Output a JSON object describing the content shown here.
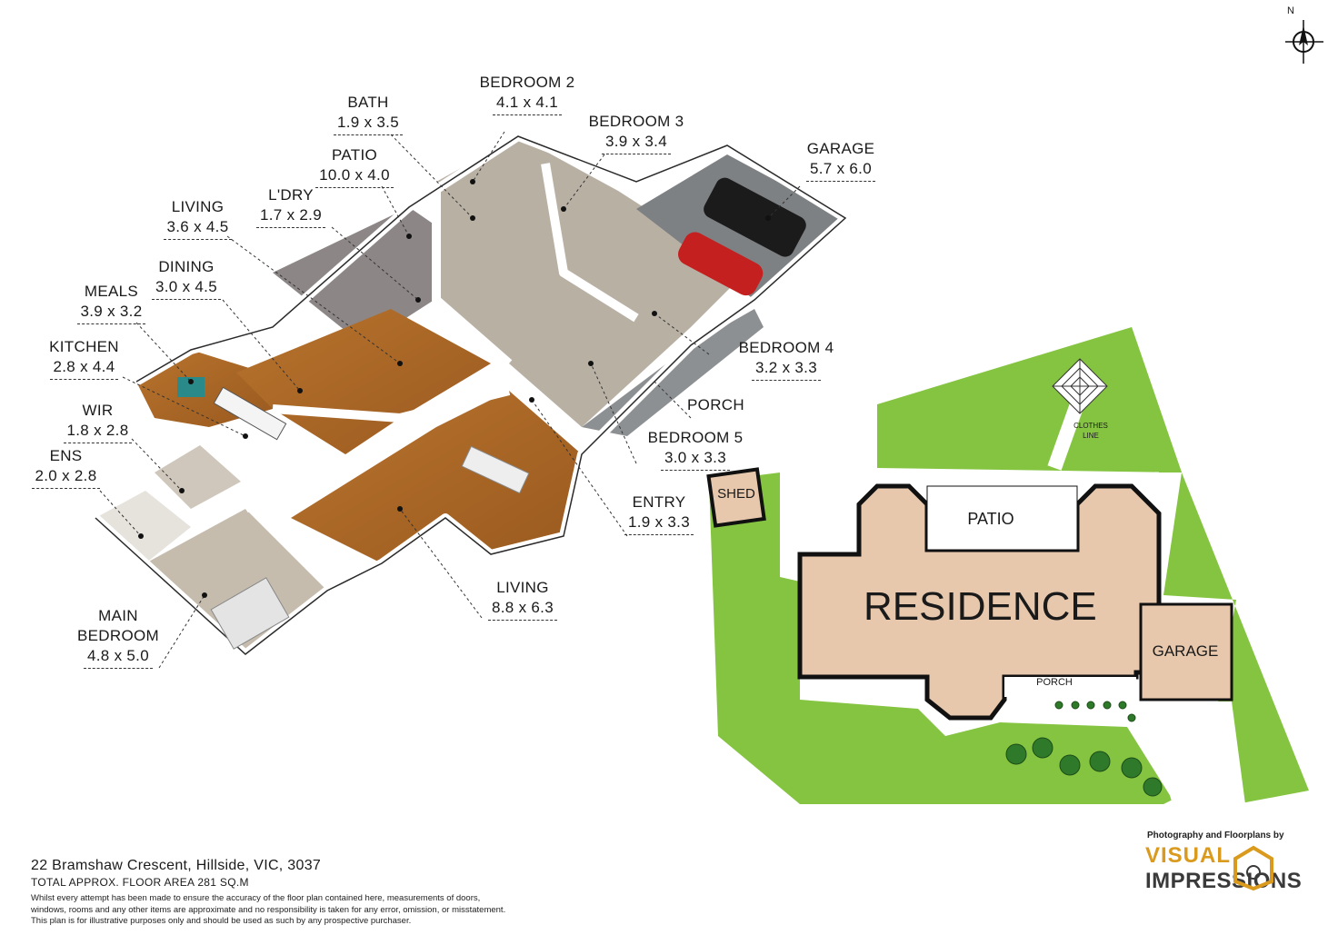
{
  "compass": {
    "label": "N"
  },
  "rooms": [
    {
      "name": "BEDROOM 2",
      "dims": "4.1 x 4.1"
    },
    {
      "name": "BATH",
      "dims": "1.9 x 3.5"
    },
    {
      "name": "BEDROOM 3",
      "dims": "3.9 x 3.4"
    },
    {
      "name": "GARAGE",
      "dims": "5.7 x 6.0"
    },
    {
      "name": "PATIO",
      "dims": "10.0 x 4.0"
    },
    {
      "name": "L'DRY",
      "dims": "1.7 x 2.9"
    },
    {
      "name": "LIVING",
      "dims": "3.6 x 4.5"
    },
    {
      "name": "DINING",
      "dims": "3.0 x 4.5"
    },
    {
      "name": "MEALS",
      "dims": "3.9 x 3.2"
    },
    {
      "name": "KITCHEN",
      "dims": "2.8 x 4.4"
    },
    {
      "name": "WIR",
      "dims": "1.8 x 2.8"
    },
    {
      "name": "ENS",
      "dims": "2.0 x 2.8"
    },
    {
      "name": "MAIN",
      "name2": "BEDROOM",
      "dims": "4.8 x 5.0"
    },
    {
      "name": "LIVING",
      "dims": "8.8 x 6.3"
    },
    {
      "name": "ENTRY",
      "dims": "1.9 x 3.3"
    },
    {
      "name": "BEDROOM 5",
      "dims": "3.0 x 3.3"
    },
    {
      "name": "PORCH",
      "dims": ""
    },
    {
      "name": "BEDROOM 4",
      "dims": "3.2 x 3.3"
    }
  ],
  "site_plan": {
    "residence": "RESIDENCE",
    "patio": "PATIO",
    "garage": "GARAGE",
    "porch": "PORCH",
    "shed": "SHED",
    "clothes_line_1": "CLOTHES",
    "clothes_line_2": "LINE",
    "colors": {
      "lawn": "#85c441",
      "residence": "#e7c8ad",
      "outline": "#111111"
    }
  },
  "footer": {
    "address": "22 Bramshaw Crescent, Hillside, VIC, 3037",
    "area": "TOTAL APPROX. FLOOR AREA 281 SQ.M",
    "disclaimer1": "Whilst every attempt has been made to ensure the accuracy of the floor plan contained here, measurements of doors,",
    "disclaimer2": "windows, rooms and any other items are approximate and no responsibility is taken for any error, omission, or misstatement.",
    "disclaimer3": "This plan is for illustrative purposes only and should be used as such by any prospective purchaser."
  },
  "branding": {
    "credit": "Photography and Floorplans by",
    "brand_line1": "VISUAL",
    "brand_line2": "IMPRESSIONS",
    "brand_color": "#d99a1e"
  }
}
